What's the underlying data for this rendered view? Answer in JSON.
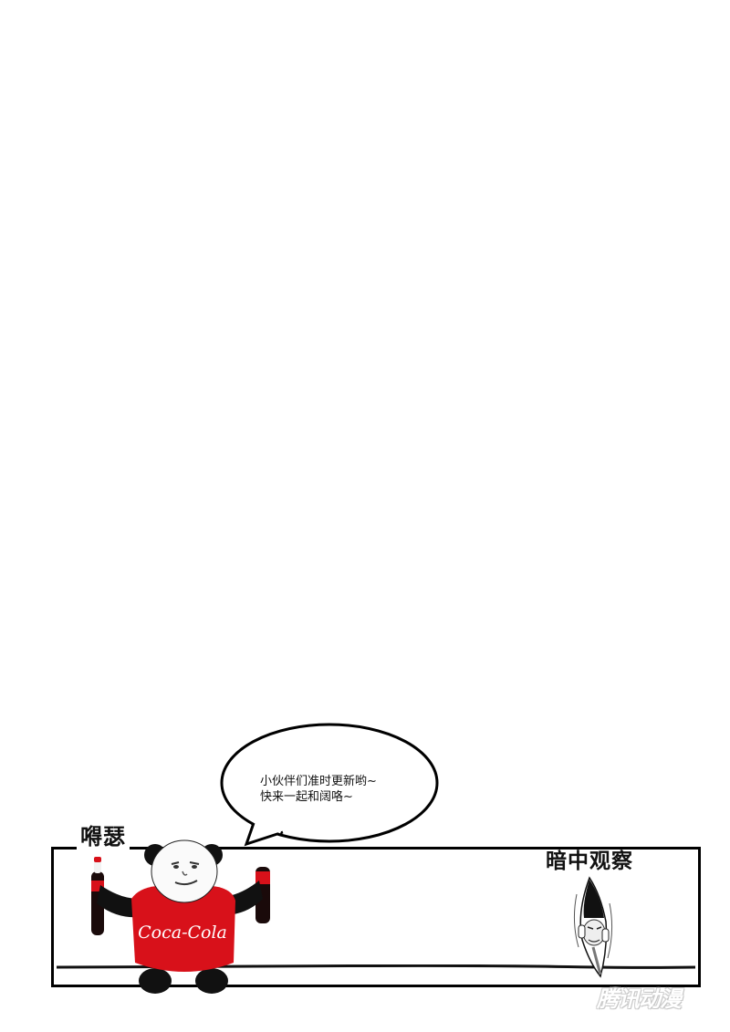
{
  "comic": {
    "speech_bubble": {
      "line1": "小伙伴们准时更新哟~",
      "line2": "快来一起和阔咯~"
    },
    "left_character": {
      "caption": "嘚瑟",
      "shirt_text": "Coca-Cola",
      "description": "panda-meme-coca-cola"
    },
    "right_character": {
      "caption": "暗中观察",
      "description": "peeking-face-meme"
    },
    "watermark": "腾讯动漫"
  },
  "colors": {
    "ink": "#000000",
    "background": "#ffffff",
    "shirt_red": "#d8111a",
    "watermark_gray": "#c8c8c8"
  }
}
